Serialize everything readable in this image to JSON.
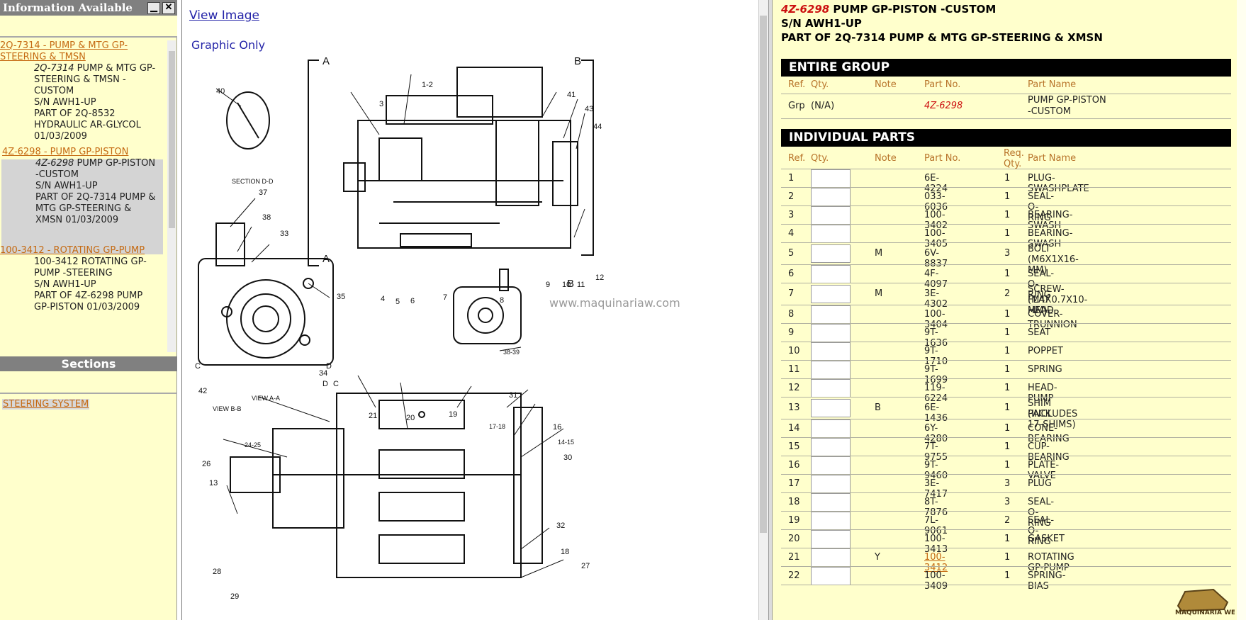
{
  "left": {
    "info_title": "Information Available",
    "minimize_label": "▁",
    "close_label": "✕",
    "tree": [
      {
        "link": "2Q-7314 - PUMP & MTG GP-STEERING & TMSN",
        "lines": [
          "2Q-7314 PUMP & MTG GP-",
          "STEERING & TMSN -",
          "CUSTOM",
          "S/N AWH1-UP",
          "PART OF 2Q-8532",
          "HYDRAULIC AR-GLYCOL",
          "01/03/2009"
        ]
      },
      {
        "link": "4Z-6298 - PUMP GP-PISTON",
        "lines": [
          "4Z-6298 PUMP GP-PISTON",
          "-CUSTOM",
          "S/N AWH1-UP",
          "PART OF 2Q-7314 PUMP &",
          "MTG GP-STEERING &",
          "XMSN 01/03/2009"
        ]
      },
      {
        "link": "100-3412 - ROTATING GP-PUMP",
        "lines": [
          "100-3412 ROTATING GP-",
          "PUMP -STEERING",
          "S/N AWH1-UP",
          "PART OF 4Z-6298 PUMP",
          "GP-PISTON 01/03/2009"
        ]
      }
    ],
    "sections_title": "Sections",
    "section_link": "STEERING SYSTEM"
  },
  "middle": {
    "view_image": "View Image",
    "graphic_only": "Graphic Only",
    "watermark": "www.maquinariaw.com",
    "labels": [
      "A",
      "B",
      "1-2",
      "3",
      "40",
      "41",
      "43",
      "44",
      "SECTION D-D",
      "37",
      "38",
      "33",
      "35",
      "4",
      "5",
      "6",
      "7",
      "8",
      "9",
      "10",
      "11",
      "12",
      "B",
      "A",
      "C",
      "D",
      "C",
      "D",
      "34",
      "42",
      "VIEW B-B",
      "VIEW A-A",
      "38-39",
      "31",
      "21",
      "20",
      "19",
      "17-18",
      "16",
      "14-15",
      "30",
      "24-25",
      "26",
      "13",
      "32",
      "18",
      "27",
      "28",
      "29"
    ]
  },
  "right": {
    "header": {
      "pn": "4Z-6298",
      "title": " PUMP GP-PISTON -CUSTOM",
      "sn": "S/N AWH1-UP",
      "part_of": "PART OF 2Q-7314 PUMP & MTG GP-STEERING & XMSN"
    },
    "entire_group": "ENTIRE GROUP",
    "individual_parts": "INDIVIDUAL PARTS",
    "cols": {
      "ref": "Ref.",
      "qty": "Qty.",
      "note": "Note",
      "partno": "Part No.",
      "req1": "Req.",
      "req2": "Qty.",
      "partname": "Part Name"
    },
    "group_row": {
      "ref": "Grp",
      "qty": "(N/A)",
      "partno": "4Z-6298",
      "name1": "PUMP GP-PISTON",
      "name2": "-CUSTOM"
    },
    "parts": [
      {
        "ref": "1",
        "note": "",
        "partno": "6E-4224",
        "req": "1",
        "name": "PLUG-SWASHPLATE",
        "name2": ""
      },
      {
        "ref": "2",
        "note": "",
        "partno": "033-6036",
        "req": "1",
        "name": "SEAL-O-RING",
        "name2": ""
      },
      {
        "ref": "3",
        "note": "",
        "partno": "100-3402",
        "req": "1",
        "name": "BEARING-SWASH",
        "name2": ""
      },
      {
        "ref": "4",
        "note": "",
        "partno": "100-3405",
        "req": "1",
        "name": "BEARING-SWASH",
        "name2": ""
      },
      {
        "ref": "5",
        "note": "M",
        "partno": "6V-8837",
        "req": "3",
        "name": "BOLT",
        "name2": "(M6X1X16-MM)"
      },
      {
        "ref": "6",
        "note": "",
        "partno": "4F-4097",
        "req": "1",
        "name": "SEAL-O-RING",
        "name2": ""
      },
      {
        "ref": "7",
        "note": "M",
        "partno": "3E-4302",
        "req": "2",
        "name": "SCREW-FLAT HEAD",
        "name2": "(M4X0.7X10-MM)"
      },
      {
        "ref": "8",
        "note": "",
        "partno": "100-3404",
        "req": "1",
        "name": "COVER-TRUNNION",
        "name2": ""
      },
      {
        "ref": "9",
        "note": "",
        "partno": "9T-1636",
        "req": "1",
        "name": "SEAT",
        "name2": ""
      },
      {
        "ref": "10",
        "note": "",
        "partno": "9T-1710",
        "req": "1",
        "name": "POPPET",
        "name2": ""
      },
      {
        "ref": "11",
        "note": "",
        "partno": "9T-1699",
        "req": "1",
        "name": "SPRING",
        "name2": ""
      },
      {
        "ref": "12",
        "note": "",
        "partno": "119-6224",
        "req": "1",
        "name": "HEAD-PUMP",
        "name2": ""
      },
      {
        "ref": "13",
        "note": "B",
        "partno": "6E-1436",
        "req": "1",
        "name": "SHIM PACK",
        "name2": "(INCLUDES 17-SHIMS)"
      },
      {
        "ref": "14",
        "note": "",
        "partno": "6Y-4280",
        "req": "1",
        "name": "CONE-BEARING",
        "name2": ""
      },
      {
        "ref": "15",
        "note": "",
        "partno": "7T-9755",
        "req": "1",
        "name": "CUP-BEARING",
        "name2": ""
      },
      {
        "ref": "16",
        "note": "",
        "partno": "9T-9460",
        "req": "1",
        "name": "PLATE-VALVE",
        "name2": ""
      },
      {
        "ref": "17",
        "note": "",
        "partno": "3E-7417",
        "req": "3",
        "name": "PLUG",
        "name2": ""
      },
      {
        "ref": "18",
        "note": "",
        "partno": "8T-7876",
        "req": "3",
        "name": "SEAL-O-RING",
        "name2": ""
      },
      {
        "ref": "19",
        "note": "",
        "partno": "7L-9061",
        "req": "2",
        "name": "SEAL-O-RING",
        "name2": ""
      },
      {
        "ref": "20",
        "note": "",
        "partno": "100-3413",
        "req": "1",
        "name": "GASKET",
        "name2": ""
      },
      {
        "ref": "21",
        "note": "Y",
        "partno": "100-3412",
        "req": "1",
        "name": "ROTATING GP-PUMP",
        "name2": "",
        "link": true
      },
      {
        "ref": "22",
        "note": "",
        "partno": "100-3409",
        "req": "1",
        "name": "SPRING-BIAS",
        "name2": ""
      }
    ],
    "logo_text": "MAQUINARIA WEBS"
  },
  "colors": {
    "panel_bg": "#ffffcc",
    "link": "#c56a12",
    "part_red": "#cc1010",
    "bar_gray": "#808080"
  }
}
